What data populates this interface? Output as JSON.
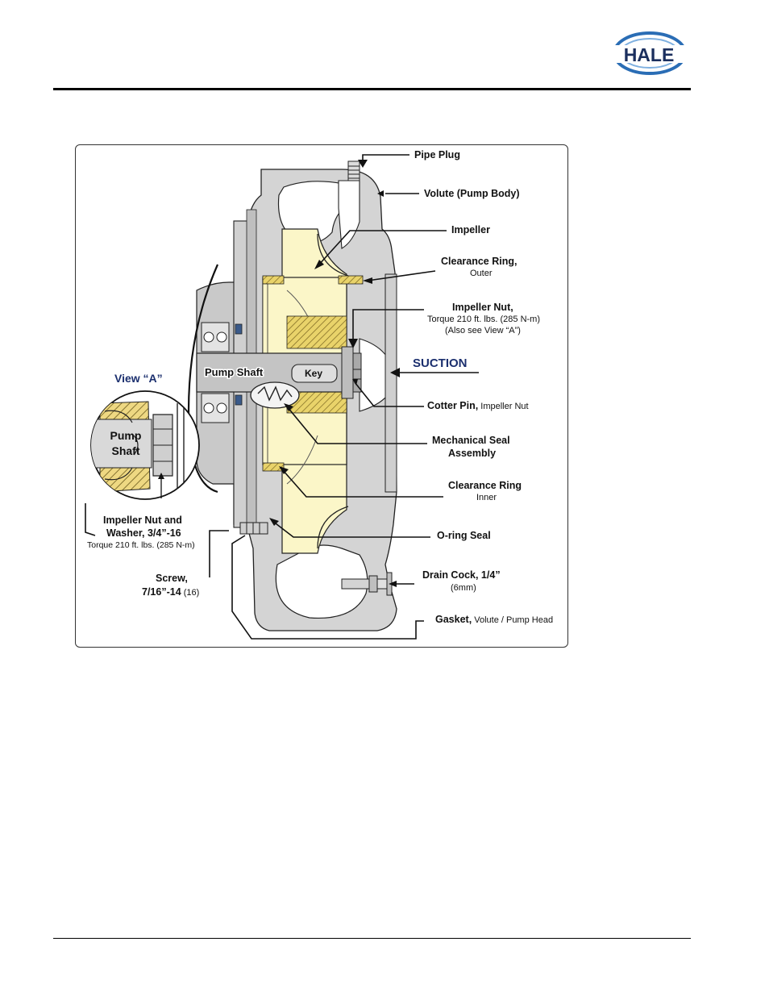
{
  "brand": {
    "logo_text": "HALE",
    "logo_blue": "#2a6db5",
    "logo_navy": "#1b2f5e"
  },
  "figure": {
    "labels": {
      "pipe_plug": "Pipe Plug",
      "volute": "Volute (Pump Body)",
      "impeller": "Impeller",
      "clearance_ring_outer_title": "Clearance Ring,",
      "clearance_ring_outer_sub": "Outer",
      "impeller_nut_title": "Impeller Nut,",
      "impeller_nut_torque": "Torque 210 ft. lbs. (285 N-m)",
      "impeller_nut_see": "(Also see View “A”)",
      "suction": "SUCTION",
      "cotter_pin_bold": "Cotter Pin,",
      "cotter_pin_rest": " Impeller Nut",
      "mech_seal_line1": "Mechanical Seal",
      "mech_seal_line2": "Assembly",
      "clearance_ring_inner_title": "Clearance Ring",
      "clearance_ring_inner_sub": "Inner",
      "oring_seal": "O-ring Seal",
      "drain_cock_title": "Drain Cock, 1/4”",
      "drain_cock_sub": "(6mm)",
      "gasket_bold": "Gasket,",
      "gasket_rest": " Volute / Pump Head",
      "screw_line1": "Screw,",
      "screw_line2_bold": "7/16”-14",
      "screw_line2_rest": " (16)",
      "nut_washer_line1": "Impeller Nut and",
      "nut_washer_line2": "Washer, 3/4”-16",
      "nut_washer_torque": "Torque 210 ft. lbs. (285 N-m)",
      "view_a": "View “A”",
      "pump_shaft": "Pump Shaft",
      "key": "Key",
      "inset_pump": "Pump",
      "inset_shaft": "Shaft"
    },
    "colors": {
      "housing": "#d4d4d4",
      "impeller": "#fbf6c8",
      "hatch": "#e9d36a",
      "view_a": "#1b2f6e",
      "outline": "#222222"
    }
  }
}
